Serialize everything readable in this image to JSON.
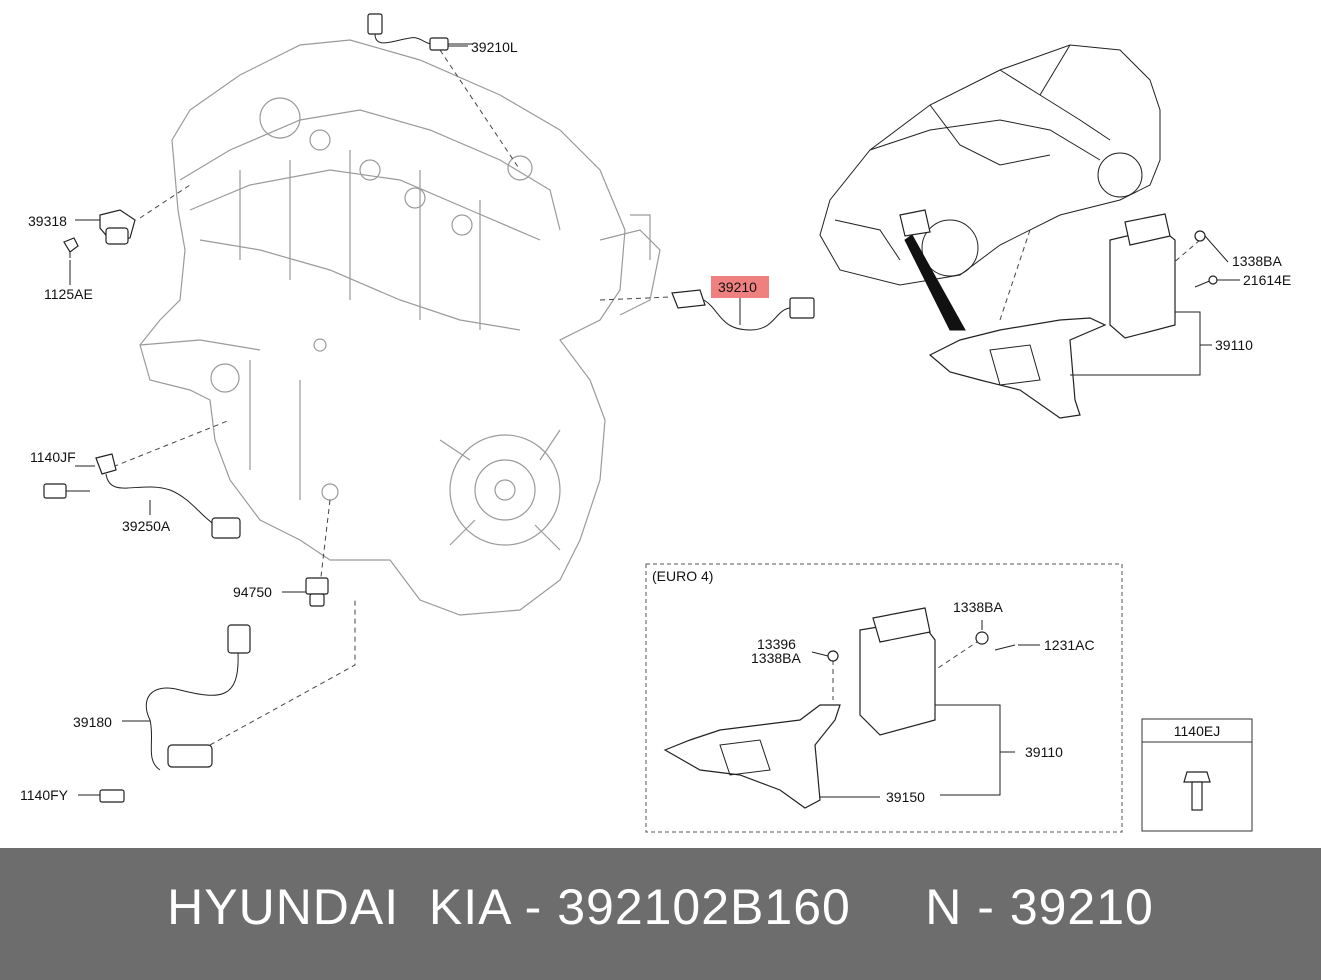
{
  "diagram": {
    "highlight_color": "#f08080",
    "callouts": {
      "p39210L": "39210L",
      "p39318": "39318",
      "p1125AE": "1125AE",
      "p39210": "39210",
      "p1338BA_top": "1338BA",
      "p21614E": "21614E",
      "p39110_top": "39110",
      "p1140JF": "1140JF",
      "p39250A": "39250A",
      "p94750": "94750",
      "p39180": "39180",
      "p1140FY": "1140FY",
      "p13396": "13396",
      "p1338BA_left": "1338BA",
      "p1338BA_euro": "1338BA",
      "p1231AC": "1231AC",
      "p39110_euro": "39110",
      "p39150": "39150"
    },
    "euro_box_label": "(EURO 4)",
    "part_box_label": "1140EJ"
  },
  "footer": {
    "title": "HYUNDAI  KIA - 392102B160     N - 39210",
    "background": "#6d6d6d",
    "text_color": "#ffffff"
  }
}
